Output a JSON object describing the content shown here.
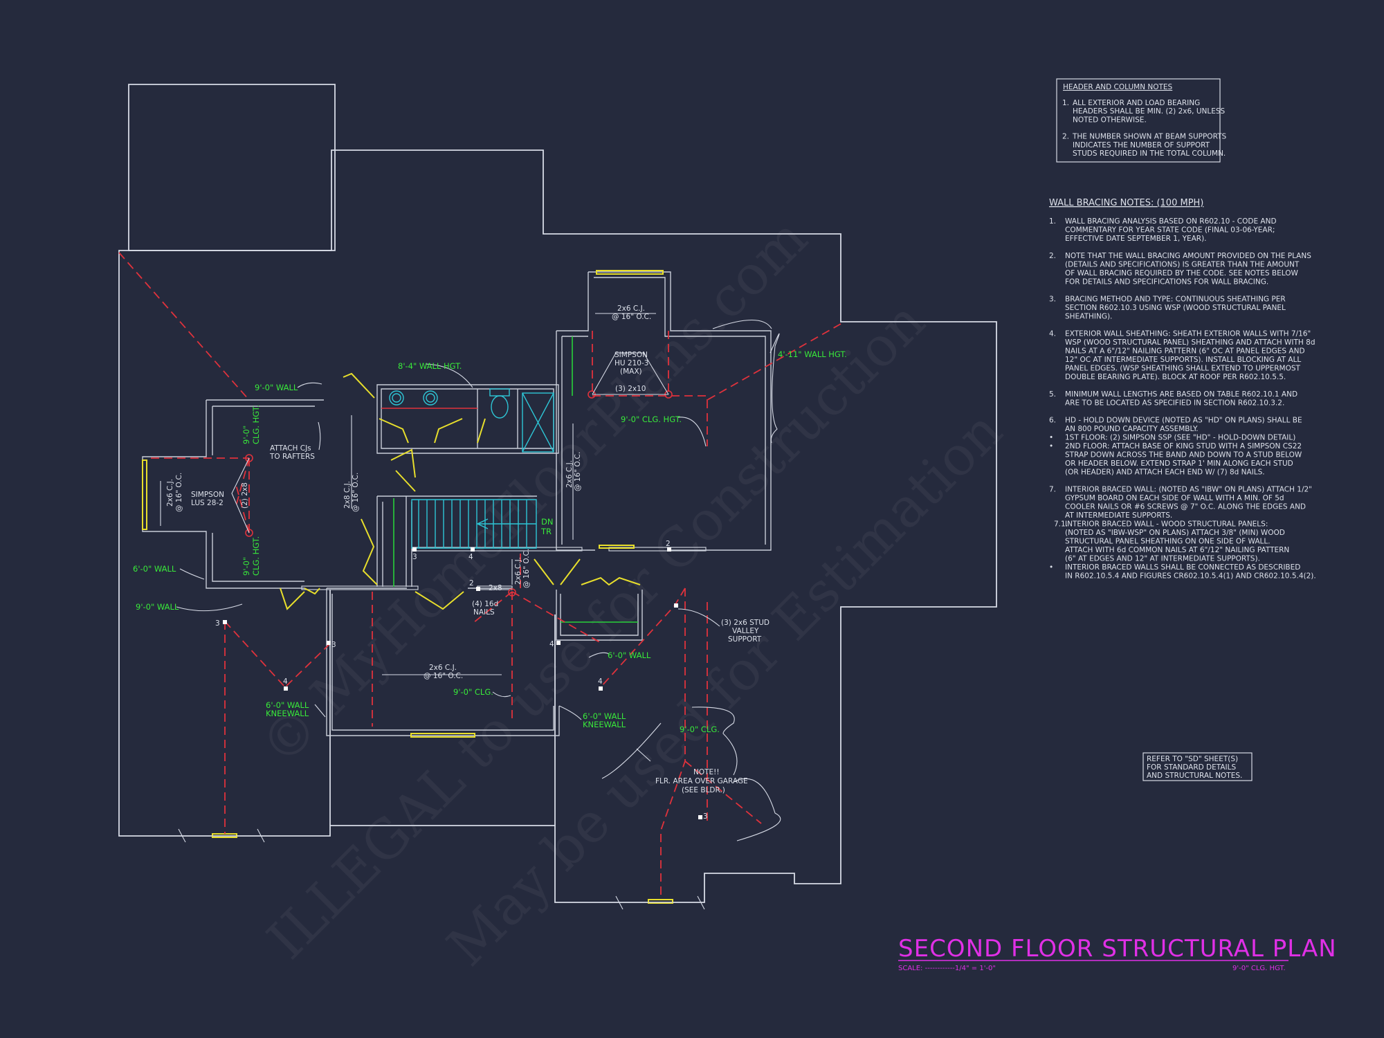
{
  "plan": {
    "title": "SECOND FLOOR STRUCTURAL PLAN",
    "scale": "SCALE: ------------1/4\" = 1'-0\"",
    "ceiling_height": "9'-0\" CLG. HGT.",
    "colors": {
      "background": "#252a3d",
      "title": "#e030e6",
      "labels": "#39ea3a",
      "beams": "#e0323c",
      "doors": "#e8df2c",
      "fixtures": "#2ec6d6"
    }
  },
  "watermarks": [
    "© MyHomeFloorPlans.com",
    "ILLEGAL to use for Construction",
    "May be used for Estimation"
  ],
  "header_notes": {
    "title": "HEADER AND COLUMN NOTES",
    "items": [
      {
        "num": "1.",
        "lines": [
          "ALL EXTERIOR AND LOAD BEARING",
          "HEADERS SHALL BE MIN. (2) 2x6, UNLESS",
          "NOTED OTHERWISE."
        ]
      },
      {
        "num": "2.",
        "lines": [
          "THE NUMBER SHOWN AT BEAM SUPPORTS",
          "INDICATES THE NUMBER OF SUPPORT",
          "STUDS REQUIRED IN THE TOTAL COLUMN."
        ]
      }
    ]
  },
  "bracing_notes": {
    "title": "WALL BRACING NOTES: (100 MPH)",
    "items": [
      {
        "num": "1.",
        "lines": [
          "WALL BRACING ANALYSIS BASED ON R602.10 - CODE AND",
          "COMMENTARY FOR YEAR STATE CODE (FINAL 03-06-YEAR;",
          "EFFECTIVE DATE SEPTEMBER 1, YEAR)."
        ]
      },
      {
        "num": "2.",
        "lines": [
          "NOTE THAT THE WALL BRACING AMOUNT PROVIDED ON THE PLANS",
          "(DETAILS AND SPECIFICATIONS) IS GREATER THAN THE AMOUNT",
          "OF WALL BRACING REQUIRED BY THE CODE. SEE NOTES BELOW",
          "FOR DETAILS AND SPECIFICATIONS FOR WALL BRACING."
        ]
      },
      {
        "num": "3.",
        "lines": [
          "BRACING METHOD AND TYPE: CONTINUOUS SHEATHING PER",
          "SECTION R602.10.3 USING WSP (WOOD STRUCTURAL PANEL",
          "SHEATHING)."
        ]
      },
      {
        "num": "4.",
        "lines": [
          "EXTERIOR WALL SHEATHING: SHEATH EXTERIOR WALLS WITH 7/16\"",
          "WSP (WOOD STRUCTURAL PANEL) SHEATHING AND ATTACH WITH 8d",
          "NAILS AT A 6\"/12\" NAILING PATTERN (6\" OC AT PANEL EDGES AND",
          "12\" OC AT INTERMEDIATE SUPPORTS). INSTALL BLOCKING AT ALL",
          "PANEL EDGES. (WSP SHEATHING SHALL EXTEND TO UPPERMOST",
          "DOUBLE BEARING PLATE). BLOCK AT ROOF PER R602.10.5.5."
        ]
      },
      {
        "num": "5.",
        "lines": [
          "MINIMUM WALL LENGTHS ARE BASED ON TABLE R602.10.1 AND",
          "ARE TO BE LOCATED AS SPECIFIED IN SECTION R602.10.3.2."
        ]
      },
      {
        "num": "6.",
        "lines": [
          "HD - HOLD DOWN DEVICE (NOTED AS \"HD\" ON PLANS) SHALL BE",
          "AN 800 POUND CAPACITY ASSEMBLY."
        ]
      },
      {
        "num": "•",
        "lines": [
          "1ST FLOOR: (2) SIMPSON SSP (SEE \"HD\" - HOLD-DOWN DETAIL)"
        ]
      },
      {
        "num": "•",
        "lines": [
          "2ND FLOOR: ATTACH BASE OF KING STUD WITH A SIMPSON CS22",
          "STRAP DOWN ACROSS THE BAND AND DOWN TO A STUD BELOW",
          "OR HEADER BELOW.  EXTEND STRAP 1' MIN ALONG EACH STUD",
          "(OR HEADER) AND ATTACH EACH END W/ (7) 8d NAILS."
        ]
      },
      {
        "num": "7.",
        "lines": [
          "INTERIOR BRACED WALL: (NOTED AS \"IBW\" ON PLANS) ATTACH 1/2\"",
          "GYPSUM BOARD ON EACH SIDE OF WALL WITH A MIN. OF 5d",
          "COOLER NAILS OR #6 SCREWS @ 7\" O.C. ALONG THE EDGES AND",
          "AT INTERMEDIATE SUPPORTS."
        ]
      },
      {
        "num": "7.1.",
        "lines": [
          "    INTERIOR BRACED WALL - WOOD STRUCTURAL PANELS:",
          "    (NOTED AS \"IBW-WSP\" ON PLANS) ATTACH 3/8\" (MIN) WOOD",
          "    STRUCTURAL PANEL SHEATHING ON ONE SIDE OF WALL.",
          "    ATTACH WITH 6d COMMON NAILS AT 6\"/12\" NAILING PATTERN",
          "    (6\" AT EDGES AND 12\" AT INTERMEDIATE SUPPORTS)."
        ]
      },
      {
        "num": "•",
        "lines": [
          "INTERIOR BRACED WALLS SHALL BE CONNECTED AS DESCRIBED",
          "IN R602.10.5.4 AND FIGURES CR602.10.5.4(1) AND CR602.10.5.4(2)."
        ]
      }
    ]
  },
  "refer_note": [
    "REFER TO \"SD\" SHEET(S)",
    "FOR STANDARD DETAILS",
    "AND STRUCTURAL NOTES."
  ],
  "labels": {
    "wall_9_0_top": "9'-0\" WALL",
    "wall_8_4": "8'-4\" WALL HGT.",
    "wall_4_11": "4'-11\" WALL HGT.",
    "clg_9_0_mid": "9'-0\" CLG. HGT.",
    "clg_9_0_left_a": "9'-0\"",
    "clg_9_0_left_b": "CLG. HGT.",
    "clg_9_0_left2_a": "9'-0\"",
    "clg_9_0_left2_b": "CLG. HGT.",
    "wall_6_0_left": "6'-0\" WALL",
    "wall_9_0_left": "9'-0\" WALL",
    "wall_6_0_mid": "6'-0\" WALL",
    "clg_9_0_bottom": "9'-0\" CLG.",
    "clg_9_0_right": "9'-0\" CLG.",
    "knee_left_a": "6'-0\" WALL",
    "knee_left_b": "KNEEWALL",
    "knee_right_a": "6'-0\" WALL",
    "knee_right_b": "KNEEWALL"
  },
  "annotations": {
    "attach_cjs_a": "ATTACH CJs",
    "attach_cjs_b": "TO RAFTERS",
    "simpson_lus_a": "SIMPSON",
    "simpson_lus_b": "LUS 28-2",
    "cj_left_a": "2x6 C.J.",
    "cj_left_b": "@ 16\" O.C.",
    "two_2x8": "(2) 2x8",
    "cj_hall_a": "2x8 C.J.",
    "cj_hall_b": "@ 16\" O.C.",
    "cj_top_a": "2x6 C.J.",
    "cj_top_b": "@ 16\" O.C.",
    "simpson_hu_a": "SIMPSON",
    "simpson_hu_b": "HU 210-3",
    "simpson_hu_c": "(MAX)",
    "three_2x10": "(3) 2x10",
    "cj_right_a": "2x6 C.J.",
    "cj_right_b": "@ 16\" O.C.",
    "cj_stair_a": "2x6 C.J.",
    "cj_stair_b": "@ 16\" O.C.",
    "two_2x8_b": "2x8",
    "nails_a": "(4) 16d",
    "nails_b": "NAILS",
    "cj_lower_a": "2x6 C.J.",
    "cj_lower_b": "@ 16\" O.C.",
    "valley_a": "(3) 2x6 STUD",
    "valley_b": "VALLEY",
    "valley_c": "SUPPORT",
    "garage_a": "NOTE!!",
    "garage_b": "FLR. AREA OVER GARAGE",
    "garage_c": "(SEE BLDR.)",
    "dn": "DN",
    "tr": "TR"
  },
  "column_counts": [
    "3",
    "4",
    "3",
    "3",
    "2",
    "2",
    "4",
    "4",
    "4",
    "3"
  ]
}
